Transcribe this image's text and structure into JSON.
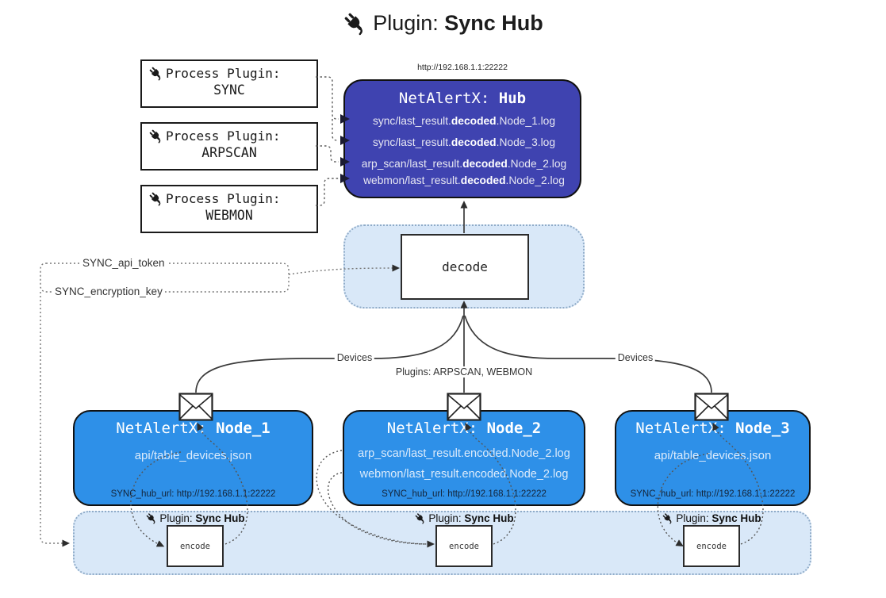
{
  "title": {
    "prefix": "Plugin: ",
    "bold": "Sync Hub"
  },
  "process_plugins": [
    {
      "label": "Process Plugin:",
      "name": "SYNC"
    },
    {
      "label": "Process Plugin:",
      "name": "ARPSCAN"
    },
    {
      "label": "Process Plugin:",
      "name": "WEBMON"
    }
  ],
  "hub": {
    "url": "http://192.168.1.1:22222",
    "title_prefix": "NetAlertX: ",
    "title_bold": "Hub",
    "rows": [
      {
        "pre": "sync/last_result.",
        "bold": "decoded",
        "post": ".Node_1.log"
      },
      {
        "pre": "sync/last_result.",
        "bold": "decoded",
        "post": ".Node_3.log"
      },
      {
        "pre": "arp_scan/last_result.",
        "bold": "decoded",
        "post": ".Node_2.log"
      },
      {
        "pre": "webmon/last_result.",
        "bold": "decoded",
        "post": ".Node_2.log"
      }
    ]
  },
  "decode": {
    "label": "decode"
  },
  "config_labels": {
    "api_token": "SYNC_api_token",
    "encryption_key": "SYNC_encryption_key"
  },
  "edge_labels": {
    "devices_left": "Devices",
    "plugins_middle": "Plugins: ARPSCAN, WEBMON",
    "devices_right": "Devices"
  },
  "nodes": [
    {
      "title_prefix": "NetAlertX: ",
      "title_bold": "Node_1",
      "lines": [
        "api/table_devices.json"
      ],
      "footer": "SYNC_hub_url: http://192.168.1.1:22222"
    },
    {
      "title_prefix": "NetAlertX: ",
      "title_bold": "Node_2",
      "lines": [
        "arp_scan/last_result.encoded.Node_2.log",
        "webmon/last_result.encoded.Node_2.log"
      ],
      "footer": "SYNC_hub_url: http://192.168.1.1:22222"
    },
    {
      "title_prefix": "NetAlertX: ",
      "title_bold": "Node_3",
      "lines": [
        "api/table_devices.json"
      ],
      "footer": "SYNC_hub_url: http://192.168.1.1:22222"
    }
  ],
  "encode_band": {
    "plugin_prefix": "Plugin: ",
    "plugin_bold": "Sync Hub",
    "encode_label": "encode"
  },
  "colors": {
    "hub_fill": "#3F43B0",
    "node_fill": "#2E90E8",
    "container_fill": "#D9E8F8",
    "container_border": "#8FABC8",
    "arrow": "#2D2D2D",
    "dotted_line": "#666666"
  }
}
